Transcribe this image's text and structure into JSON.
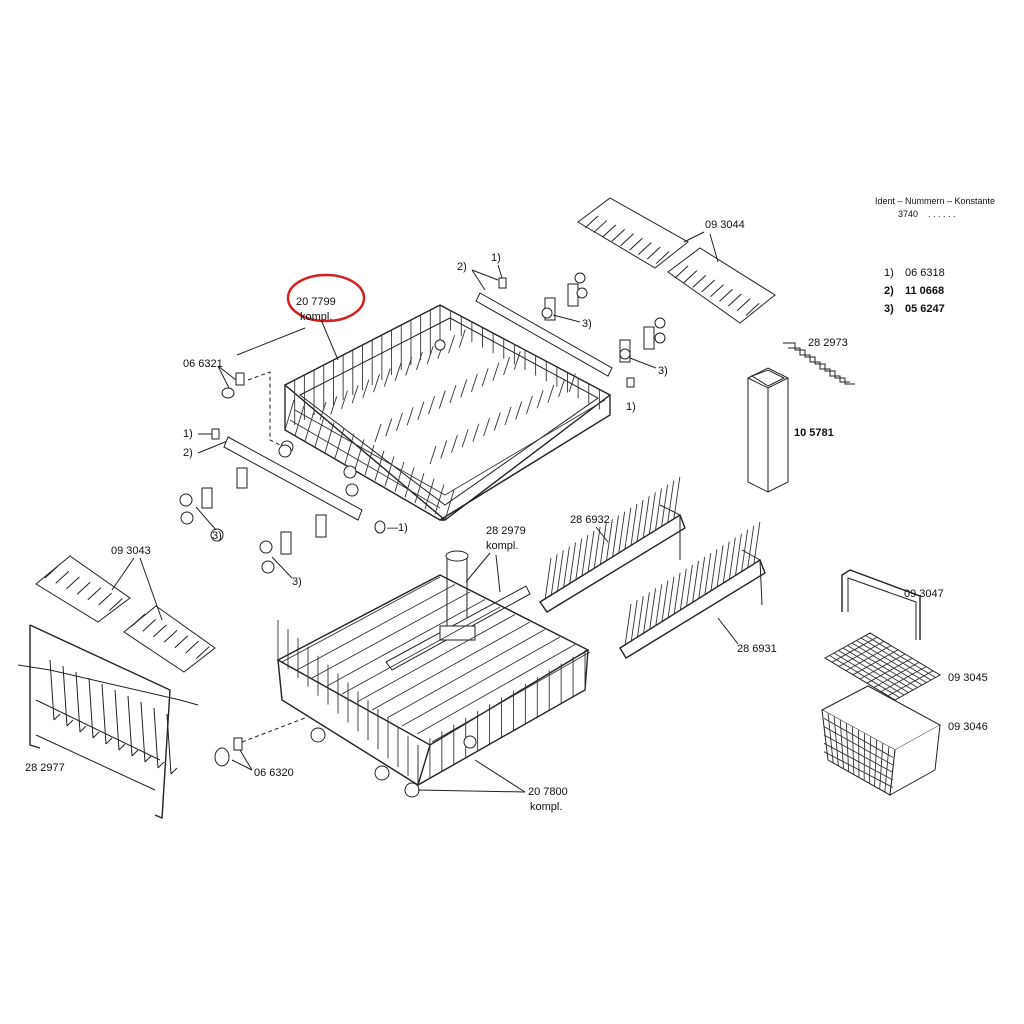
{
  "legend": {
    "header": "Ident – Nummern – Konstante",
    "code": "3740",
    "code_dots": ". . . . . .",
    "entries": [
      {
        "key": "1)",
        "value": "06 6318"
      },
      {
        "key": "2)",
        "value": "11 0668"
      },
      {
        "key": "3)",
        "value": "05 6247"
      }
    ]
  },
  "highlight_color": "#d42020",
  "labels": {
    "upper_basket": "20 7799",
    "upper_basket_sub": "kompl.",
    "lower_basket": "20 7800",
    "lower_basket_sub": "kompl.",
    "spray_arm": "28 2979",
    "spray_arm_sub": "kompl.",
    "upper_wheel": "06 6321",
    "lower_wheel": "06 6320",
    "cup_rack_top": "09 3044",
    "cup_rack_left": "09 3043",
    "stepped_clip": "28 2973",
    "tube_insert": "10 5781",
    "plate_rack_a": "28 6932",
    "plate_rack_b": "28 6931",
    "frame": "28 2977",
    "cutlery_handle": "09 3047",
    "cutlery_lid": "09 3045",
    "cutlery_basket": "09 3046"
  },
  "callouts": {
    "one": "1)",
    "two": "2)",
    "three": "3)",
    "one_dash": "—1)"
  }
}
